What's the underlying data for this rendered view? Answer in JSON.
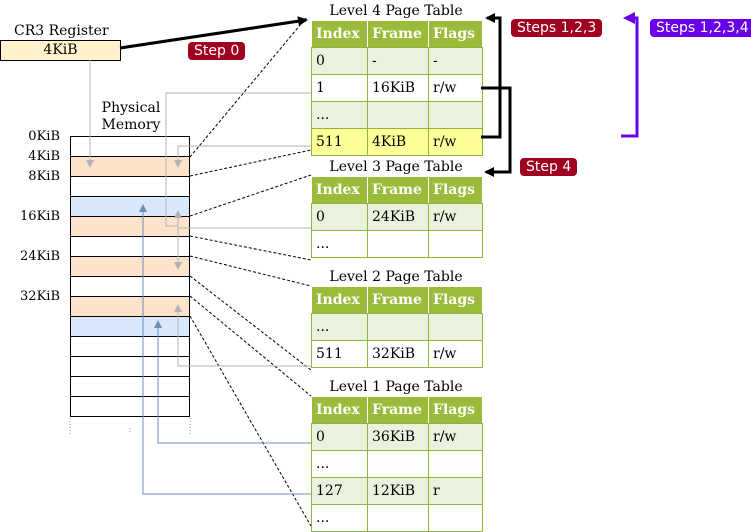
{
  "cr3": {
    "title": "CR3 Register",
    "value": "4KiB"
  },
  "memory": {
    "title": "Physical Memory",
    "addresses": [
      "0KiB",
      "4KiB",
      "8KiB",
      "16KiB",
      "24KiB",
      "32KiB"
    ]
  },
  "tables": [
    {
      "title": "Level 4 Page Table",
      "headers": [
        "Index",
        "Frame",
        "Flags"
      ],
      "rows": [
        [
          "0",
          "-",
          "-"
        ],
        [
          "1",
          "16KiB",
          "r/w"
        ],
        [
          "...",
          "",
          ""
        ],
        [
          "511",
          "4KiB",
          "r/w"
        ]
      ]
    },
    {
      "title": "Level 3 Page Table",
      "headers": [
        "Index",
        "Frame",
        "Flags"
      ],
      "rows": [
        [
          "0",
          "24KiB",
          "r/w"
        ],
        [
          "...",
          "",
          ""
        ]
      ]
    },
    {
      "title": "Level 2 Page Table",
      "headers": [
        "Index",
        "Frame",
        "Flags"
      ],
      "rows": [
        [
          "...",
          "",
          ""
        ],
        [
          "511",
          "32KiB",
          "r/w"
        ]
      ]
    },
    {
      "title": "Level 1 Page Table",
      "headers": [
        "Index",
        "Frame",
        "Flags"
      ],
      "rows": [
        [
          "0",
          "36KiB",
          "r/w"
        ],
        [
          "...",
          "",
          ""
        ],
        [
          "127",
          "12KiB",
          "r"
        ],
        [
          "...",
          "",
          ""
        ]
      ]
    }
  ],
  "steps": {
    "step0": "Step 0",
    "steps123": "Steps 1,2,3",
    "step4": "Step 4",
    "steps1234": "Steps 1,2,3,4"
  },
  "colors": {
    "dark_red": "#a00020",
    "purple": "#6a00e8",
    "table_header": "#9bbb3a",
    "table_even": "#eaf1dd",
    "highlight": "#ffff99",
    "mem_orange": "#fde3cc",
    "mem_blue": "#dae8fc",
    "link_blue": "#6c8ebf"
  }
}
